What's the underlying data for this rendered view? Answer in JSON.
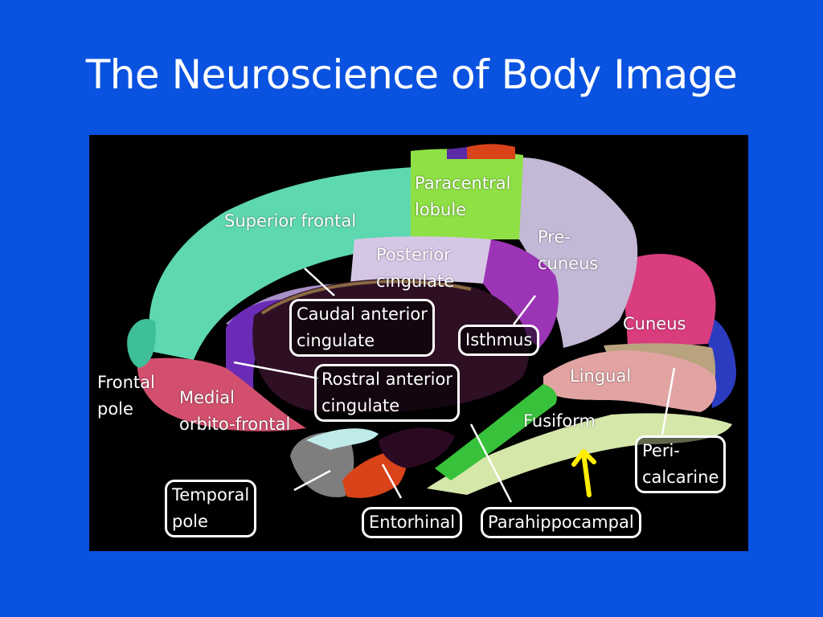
{
  "slide": {
    "title": "The Neuroscience of Body Image"
  },
  "regions": {
    "superior_frontal": "Superior frontal",
    "paracentral": [
      "Paracentral",
      "lobule"
    ],
    "posterior_cingulate": [
      "Posterior",
      "cingulate"
    ],
    "precuneus": [
      "Pre-",
      "cuneus"
    ],
    "cuneus": "Cuneus",
    "caudal_anterior_cingulate": [
      "Caudal anterior",
      "cingulate"
    ],
    "isthmus": "Isthmus",
    "frontal_pole": [
      "Frontal",
      "pole"
    ],
    "medial_orbitofrontal": [
      "Medial",
      "orbito-frontal"
    ],
    "rostral_anterior_cingulate": [
      "Rostral anterior",
      "cingulate"
    ],
    "lingual": "Lingual",
    "fusiform": "Fusiform",
    "pericalcarine": [
      "Peri-",
      "calcarine"
    ],
    "temporal_pole": [
      "Temporal",
      "pole"
    ],
    "entorhinal": "Entorhinal",
    "parahippocampal": "Parahippocampal"
  },
  "colors": {
    "background": "#0a52e0",
    "superior_frontal": "#5ed8b0",
    "paracentral": "#8fe045",
    "posterior_cingulate": "#d6c6e6",
    "precuneus": "#c3b8d6",
    "cuneus": "#d93d7d",
    "isthmus": "#9c35b5",
    "caudal_anterior_cingulate": "#a890c8",
    "rostral_anterior_cingulate": "#6b2bb6",
    "medial_orbitofrontal": "#d2506e",
    "lingual": "#e2a3a3",
    "fusiform": "#d5e7a9",
    "parahippocampal": "#38c23c",
    "entorhinal": "#d8431a",
    "temporal_pole": "#7e7e7e",
    "pericalcarine": "#2c3cc0",
    "arrow": "#ffee00"
  }
}
